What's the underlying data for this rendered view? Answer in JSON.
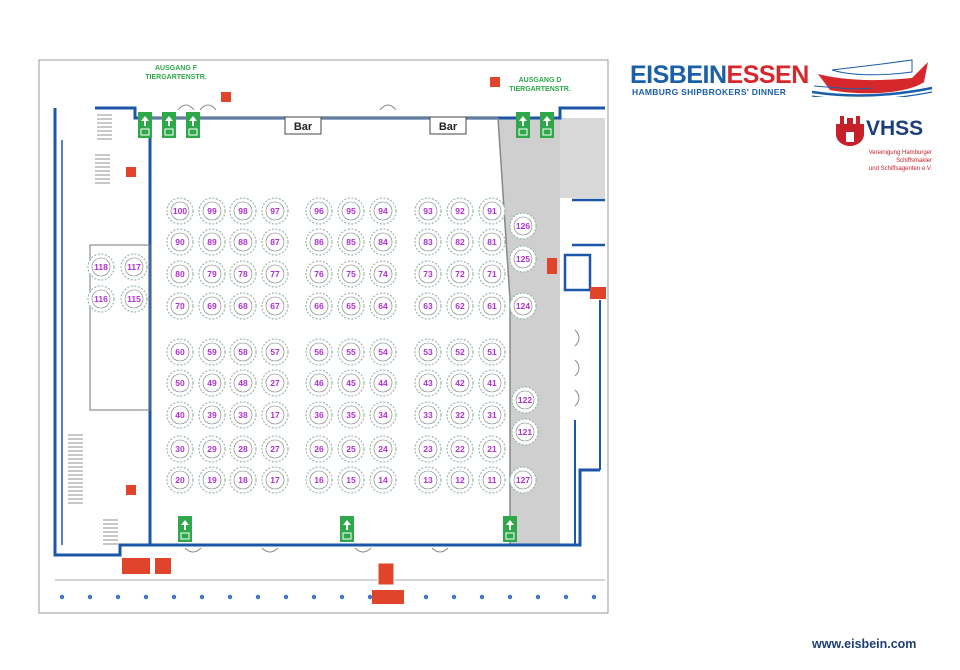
{
  "brand": {
    "title_part1": "EISBEIN",
    "title_part2": "ESSEN",
    "subtitle": "HAMBURG SHIPBROKERS' DINNER",
    "ship_flag": "VHSS",
    "colors": {
      "blue": "#1b5fa8",
      "red": "#d6282c"
    }
  },
  "vhss": {
    "logo": "VHSS",
    "sub_line1": "Vereinigung Hamburger Schiffsmakler",
    "sub_line2": "und Schiffsagenten e.V."
  },
  "website": "www.eisbein.com",
  "floorplan": {
    "exit_f": [
      "AUSGANG F",
      "TIERGARTENSTR."
    ],
    "exit_d": [
      "AUSGANG D",
      "TIERGARTENSTR."
    ],
    "bars": [
      "Bar",
      "Bar"
    ],
    "block_rows": [
      [
        100,
        99,
        98,
        97,
        96,
        95,
        94,
        93,
        92,
        91
      ],
      [
        90,
        89,
        88,
        87,
        86,
        85,
        84,
        83,
        82,
        81
      ],
      [
        80,
        79,
        78,
        77,
        76,
        75,
        74,
        73,
        72,
        71
      ],
      [
        70,
        69,
        68,
        67,
        66,
        65,
        64,
        63,
        62,
        61
      ],
      [
        60,
        59,
        58,
        57,
        56,
        55,
        54,
        53,
        52,
        51
      ],
      [
        50,
        49,
        48,
        27,
        46,
        45,
        44,
        43,
        42,
        41
      ],
      [
        40,
        39,
        38,
        17,
        36,
        35,
        34,
        33,
        32,
        31
      ],
      [
        30,
        29,
        28,
        27,
        26,
        25,
        24,
        23,
        22,
        21
      ],
      [
        20,
        19,
        18,
        17,
        16,
        15,
        14,
        13,
        12,
        11
      ]
    ],
    "left_tables": [
      118,
      117,
      116,
      115
    ],
    "right_tables": [
      126,
      125,
      124,
      122,
      121,
      127
    ],
    "colors": {
      "wall": "#1b57a6",
      "table_text": "#b02fd6",
      "exit_green": "#2ea84a",
      "fire_red": "#e0442a"
    }
  }
}
